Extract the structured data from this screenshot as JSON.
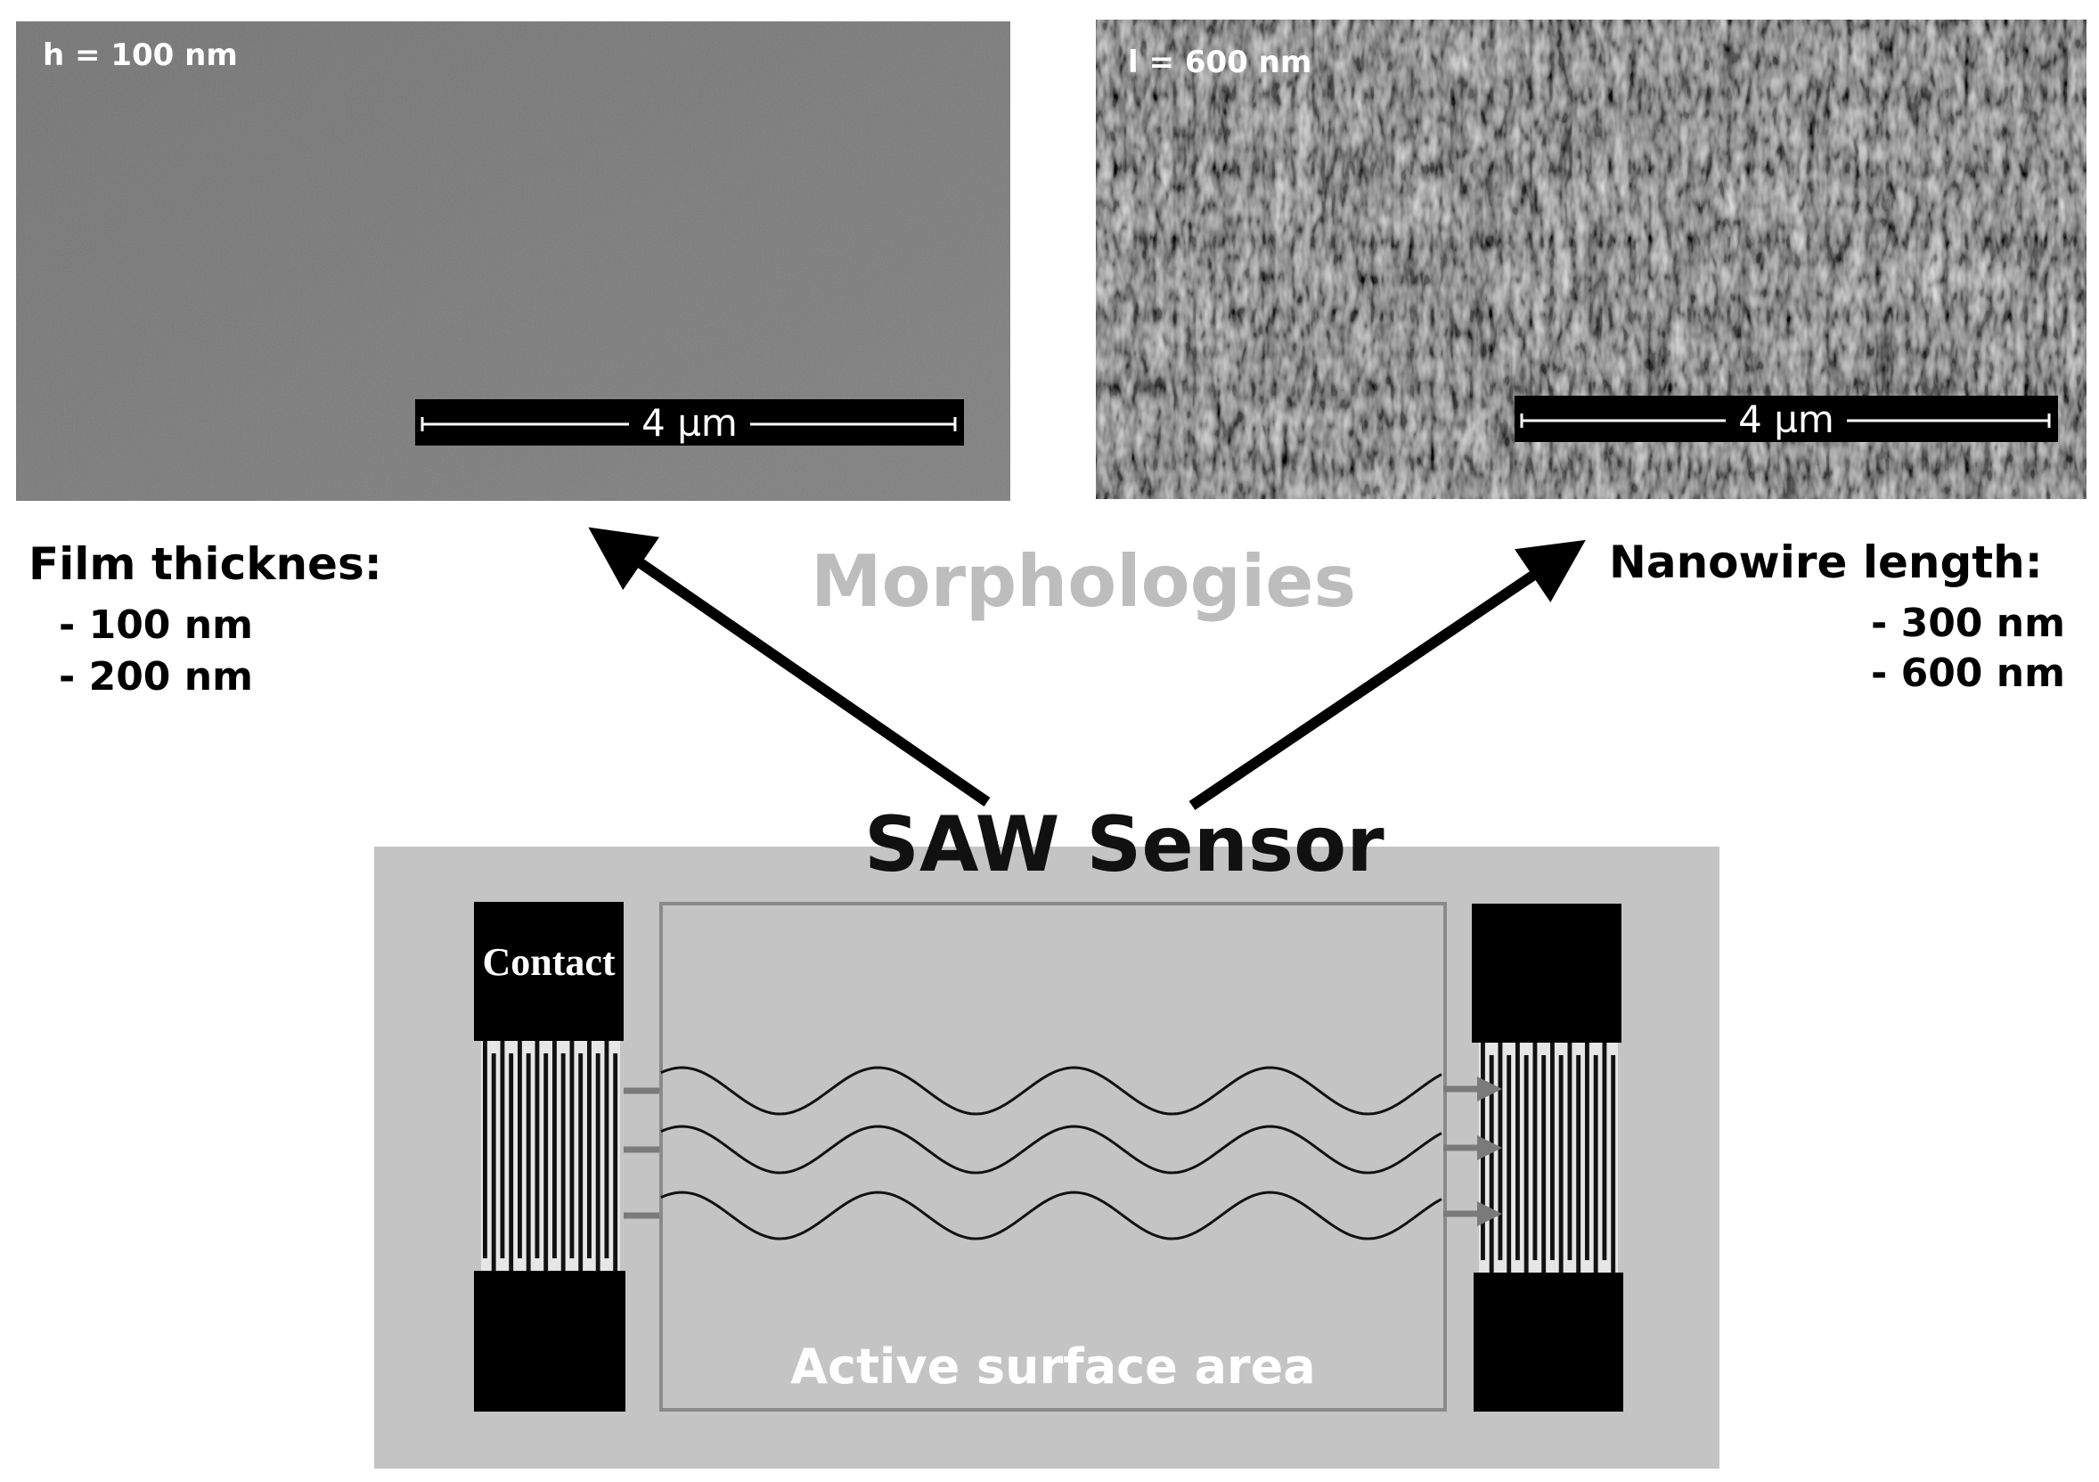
{
  "left_panel": {
    "sem_label": "h = 100 nm",
    "scale_label": "4 µm",
    "heading": "Film thicknes:",
    "items": [
      "- 100 nm",
      "- 200 nm"
    ]
  },
  "right_panel": {
    "sem_label": "l = 600 nm",
    "scale_label": "4 µm",
    "heading": "Nanowire length:",
    "items": [
      "- 300 nm",
      "- 600 nm"
    ]
  },
  "morphologies_label": "Morphologies",
  "sensor": {
    "title": "SAW Sensor",
    "contact_label": "Contact",
    "active_area_label": "Active surface area"
  },
  "colors": {
    "board": "#c4c4c4",
    "active_border": "#8a8a8a",
    "morphologies_text": "#bdbdbd",
    "film_image": "#5a5a5a",
    "nanowire_image": "#a8a8a8"
  }
}
